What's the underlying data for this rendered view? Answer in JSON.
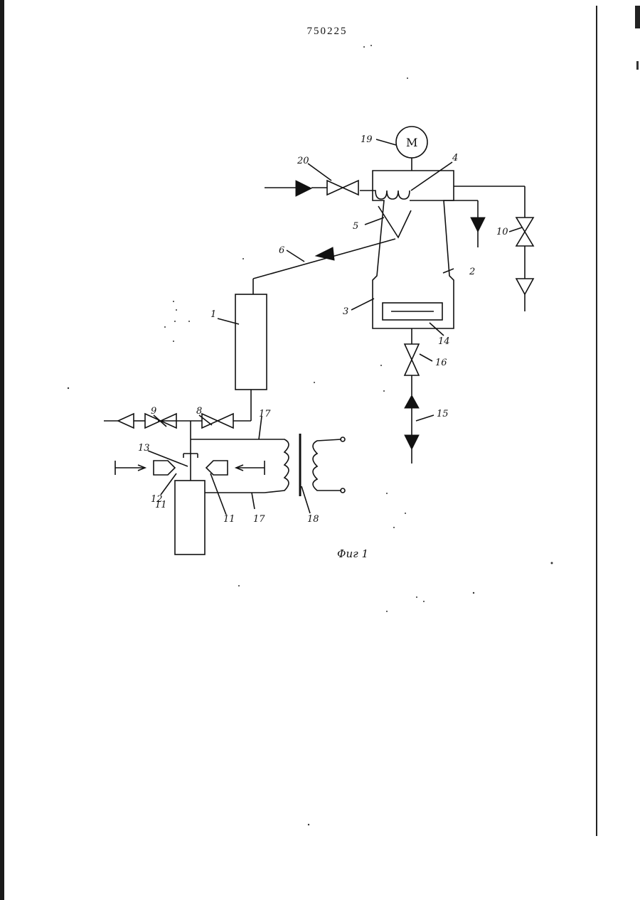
{
  "header": {
    "page_number": "750225"
  },
  "figure": {
    "caption": "Фиг 1",
    "motor_symbol": "M",
    "labels": [
      "1",
      "2",
      "3",
      "4",
      "5",
      "6",
      "8",
      "9",
      "10",
      "11",
      "12",
      "13",
      "14",
      "15",
      "16",
      "17",
      "18",
      "19",
      "20"
    ],
    "label_11_second": "11",
    "label_17_second": "17"
  }
}
